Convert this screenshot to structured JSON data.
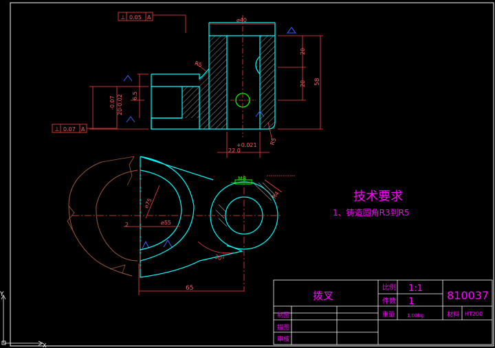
{
  "drawing": {
    "tech_req_title": "技术要求",
    "tech_req_item": "1、铸造圆角R3到R5",
    "dims": {
      "d40": "⌀40",
      "r20_top": "20",
      "r20_mid": "20",
      "d58": "58",
      "d6_5": "6.5",
      "tol_a": "-0.07",
      "tol_b": "20-0.02",
      "tol_c": "+0.021",
      "d22": "22  0",
      "r5a": "R5",
      "r5b": "R5",
      "m8": "M8",
      "d75": "⌀75",
      "d55": "⌀55",
      "d2": "2",
      "d65": "65",
      "ang": "30°",
      "r4": "R4"
    },
    "gdt_top": {
      "sym": "⊥",
      "val": "0.05",
      "ref": "A"
    },
    "gdt_left": {
      "sym": "⊥",
      "val": "0.07",
      "ref": "A"
    },
    "title_block": {
      "part_name": "拨叉",
      "scale_label": "比例",
      "scale_value": "1:1",
      "qty_label": "件数",
      "qty_value": "1",
      "weight_label": "重量",
      "weight_value": "1.00kg",
      "material_label": "材料",
      "material_value": "HT200",
      "drawing_no": "810037",
      "row_draw": "制图",
      "row_design": "描图",
      "row_check": "审核"
    },
    "axis_y": "Y",
    "axis_x": "X"
  }
}
